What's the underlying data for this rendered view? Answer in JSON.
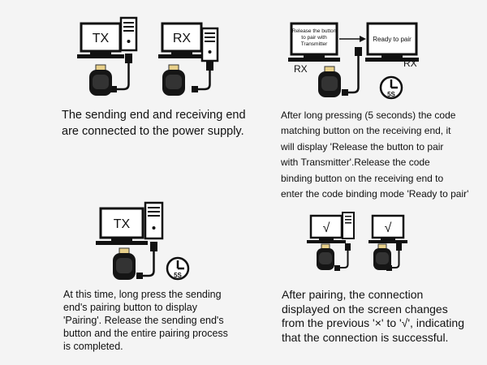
{
  "panels": [
    {
      "screen_labels": [
        "TX",
        "RX"
      ],
      "caption_lines": [
        "The sending end and receiving end",
        "are connected to the power supply."
      ]
    },
    {
      "screen_text_left": [
        "Release the button",
        "to pair with",
        "Transmitter"
      ],
      "screen_text_right": "Ready to pair",
      "device_labels": [
        "RX",
        "RX"
      ],
      "timer_label": "5S",
      "caption_lines": [
        "After long pressing (5 seconds) the code",
        "matching button on the receiving end, it",
        "will display 'Release the button to pair",
        "with Transmitter'.Release the code",
        "binding button on the receiving end to",
        "enter the code binding mode 'Ready to pair'"
      ]
    },
    {
      "screen_label": "TX",
      "timer_label": "5S",
      "caption_lines": [
        "At this time, long press the sending",
        "end's pairing button to display",
        "'Pairing'. Release the sending end's",
        "button and the entire pairing process",
        "is completed."
      ]
    },
    {
      "screen_labels": [
        "√",
        "√"
      ],
      "caption_lines": [
        "After pairing, the connection",
        "displayed on the screen changes",
        "from the previous '×' to '√', indicating",
        "that the connection is successful."
      ]
    }
  ]
}
